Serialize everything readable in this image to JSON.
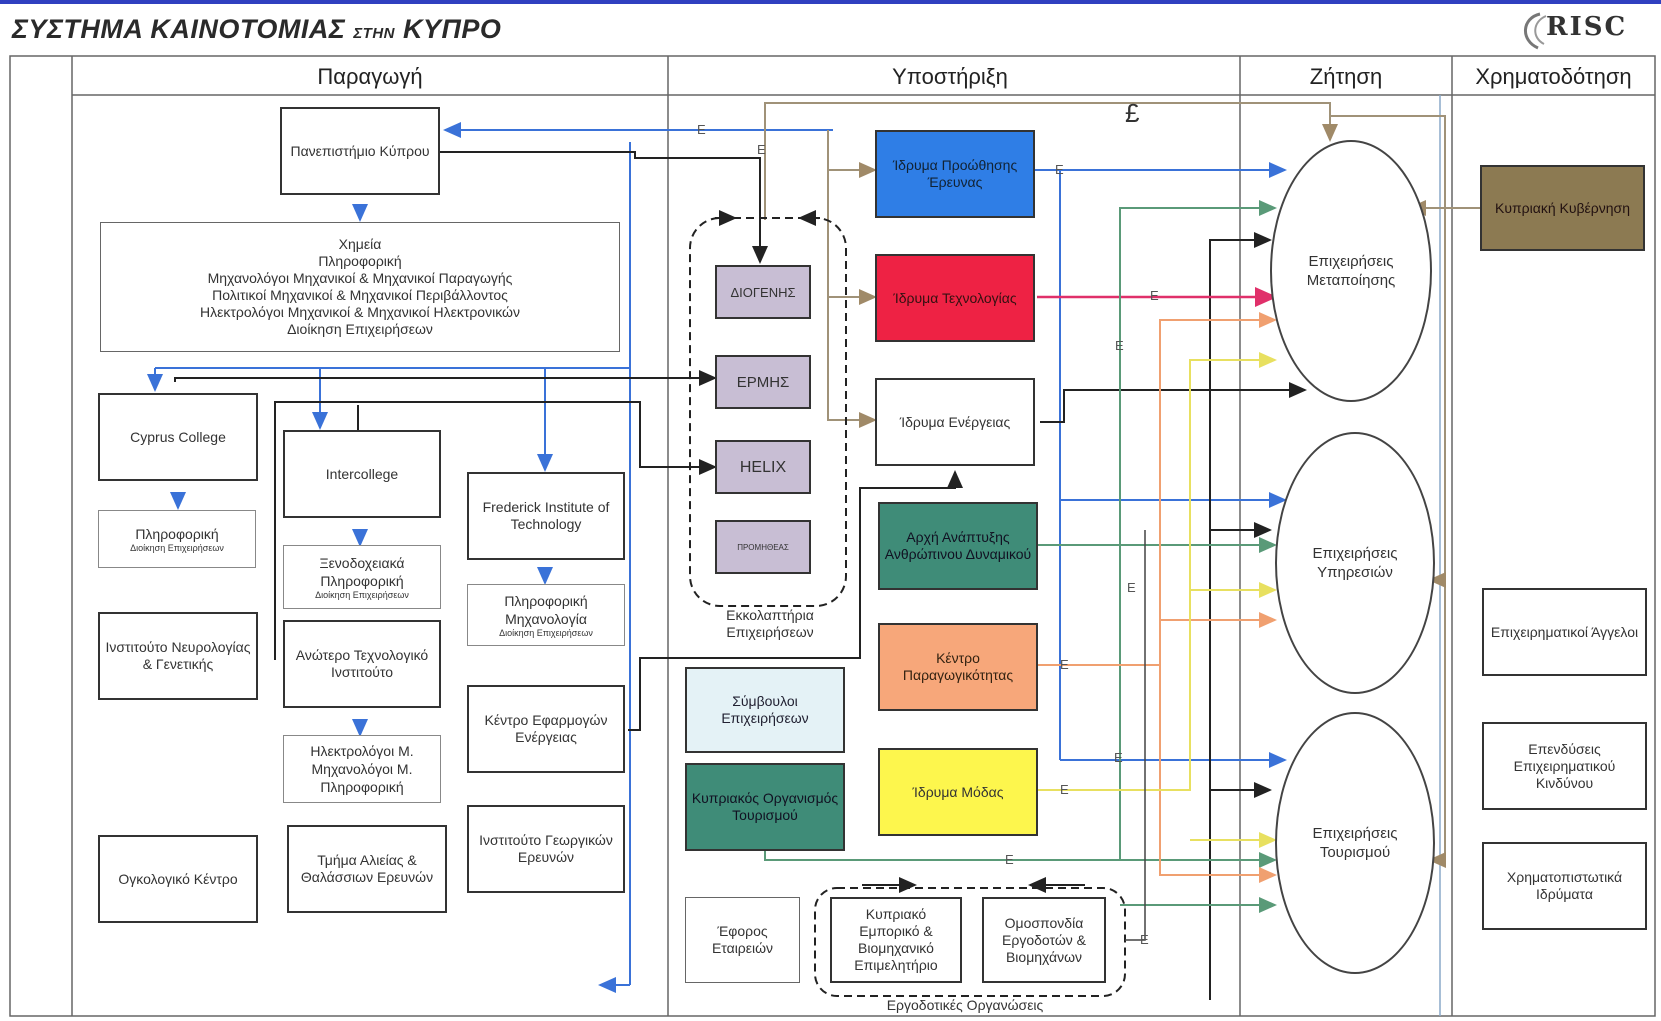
{
  "header": {
    "title_main": "ΣΥΣΤΗΜΑ ΚΑΙΝΟΤΟΜΙΑΣ",
    "title_small": "ΣΤΗΝ",
    "title_end": "ΚΥΠΡΟ",
    "logo_text": "RISC"
  },
  "columns": {
    "production": "Παραγωγή",
    "support": "Υποστήριξη",
    "demand": "Ζήτηση",
    "financing": "Χρηματοδότηση"
  },
  "production": {
    "university": "Πανεπιστήμιο Κύπρου",
    "university_fields": [
      "Χημεία",
      "Πληροφορική",
      "Μηχανολόγοι Μηχανικοί & Μηχανικοί Παραγωγής",
      "Πολιτικοί Μηχανικοί & Μηχανικοί Περιβάλλοντος",
      "Ηλεκτρολόγοι Μηχανικοί & Μηχανικοί Ηλεκτρονικών",
      "Διοίκηση Επιχειρήσεων"
    ],
    "cyprus_college": "Cyprus College",
    "cyprus_college_fields": "Πληροφορική",
    "cyprus_college_sub": "Διοίκηση Επιχειρήσεων",
    "intercollege": "Intercollege",
    "intercollege_fields": "Ξενοδοχειακά Πληροφορική",
    "intercollege_sub": "Διοίκηση Επιχειρήσεων",
    "frederick": "Frederick Institute of Technology",
    "frederick_fields": "Πληροφορική Μηχανολογία",
    "frederick_sub": "Διοίκηση Επιχειρήσεων",
    "neurology": "Ινστιτούτο Νευρολογίας & Γενετικής",
    "hti": "Ανώτερο Τεχνολογικό Ινστιτούτο",
    "hti_fields": "Ηλεκτρολόγοι Μ. Μηχανολόγοι Μ. Πληροφορική",
    "energy_center": "Κέντρο Εφαρμογών Ενέργειας",
    "oncology": "Ογκολογικό Κέντρο",
    "fisheries": "Τμήμα Αλιείας & Θαλάσσιων Ερευνών",
    "agricultural": "Ινστιτούτο Γεωργικών Ερευνών"
  },
  "support": {
    "diogenis": "ΔΙΟΓΕΝΗΣ",
    "ermis": "ΕΡΜΗΣ",
    "helix": "HELIX",
    "prometheus": "ΠΡΟΜΗΘΕΑΣ",
    "incubators_label": "Εκκολαπτήρια Επιχειρήσεων",
    "rpf": "Ίδρυμα Προώθησης Έρευνας",
    "tech_foundation": "Ίδρυμα Τεχνολογίας",
    "energy_foundation": "Ίδρυμα Ενέργειας",
    "hrda": "Αρχή Ανάπτυξης Ανθρώπινου Δυναμικού",
    "productivity": "Κέντρο Παραγωγικότητας",
    "fashion": "Ίδρυμα Μόδας",
    "consultants": "Σύμβουλοι Επιχειρήσεων",
    "cto": "Κυπριακός Οργανισμός Τουρισμού",
    "registrar": "Έφορος Εταιρειών",
    "chamber": "Κυπριακό Εμπορικό & Βιομηχανικό Επιμελητήριο",
    "employers": "Ομοσπονδία Εργοδοτών & Βιομηχάνων",
    "employers_label": "Εργοδοτικές Οργανώσεις"
  },
  "demand": {
    "manufacturing": "Επιχειρήσεις Μεταποίησης",
    "services": "Επιχειρήσεις Υπηρεσιών",
    "tourism": "Επιχειρήσεις Τουρισμού"
  },
  "financing": {
    "government": "Κυπριακή Κυβέρνηση",
    "angels": "Επιχειρηματικοί Άγγελοι",
    "venture": "Επενδύσεις Επιχειρηματικού Κινδύνου",
    "financial": "Χρηματοπιστωτικά Ιδρύματα"
  },
  "marks": {
    "pound": "£",
    "e": "Ε",
    "epsilon": "Ε"
  },
  "colors": {
    "blue": "#2f7ee6",
    "red": "#ee2244",
    "teal": "#3f8c78",
    "orange": "#f7a77a",
    "yellow": "#fdf64d",
    "brown": "#8c7a52",
    "lightblue": "#e4f2f6",
    "purple": "#c8bed4",
    "green": "#5aa070"
  }
}
